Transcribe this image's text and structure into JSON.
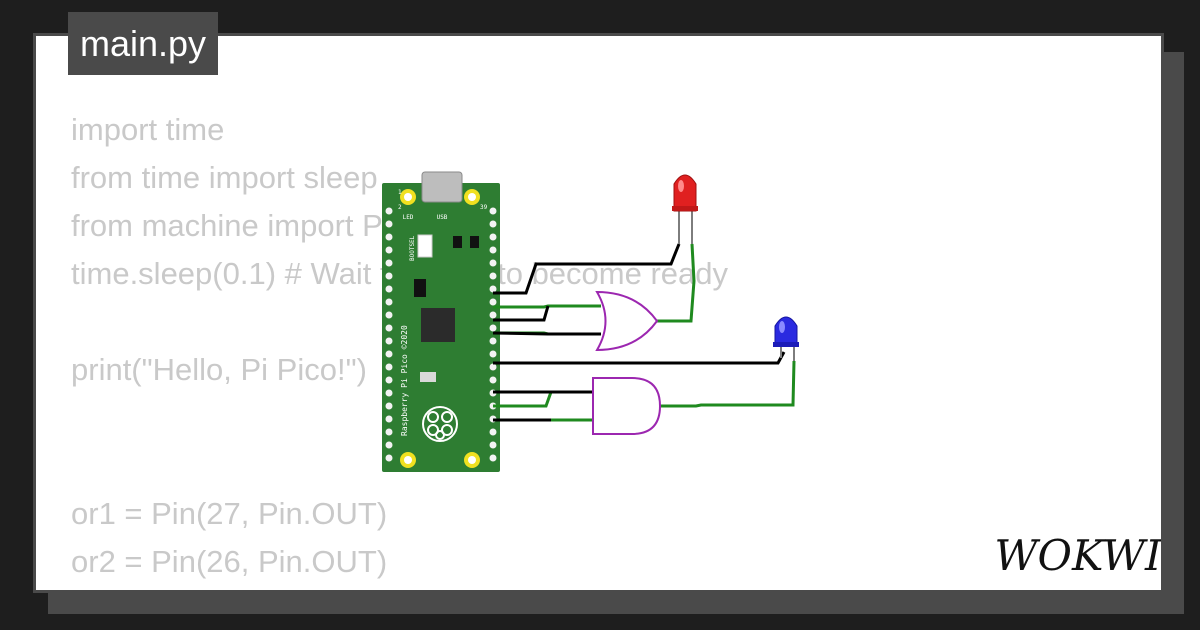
{
  "file_tab": {
    "label": "main.py"
  },
  "code_lines": [
    "import time",
    "from time import sleep",
    "from machine import Pin",
    "time.sleep(0.1) # Wait for USB to become ready",
    "",
    "print(\"Hello, Pi Pico!\")",
    "",
    "",
    "or1 = Pin(27, Pin.OUT)",
    "or2 = Pin(26, Pin.OUT)"
  ],
  "board": {
    "label": "Raspberry Pi Pico ©2020",
    "led_label": "LED",
    "usb_label": "USB",
    "bootsel_label": "BOOTSEL",
    "pin_1": "1",
    "pin_2": "2",
    "pin_39": "39"
  },
  "logo": {
    "text": "WOKWI"
  },
  "colors": {
    "board": "#2e7d32",
    "wire_black": "#000000",
    "wire_green": "#1f8a1f",
    "gate": "#9c27b0",
    "led_red": "#e02020",
    "led_blue": "#2a2ae0"
  }
}
